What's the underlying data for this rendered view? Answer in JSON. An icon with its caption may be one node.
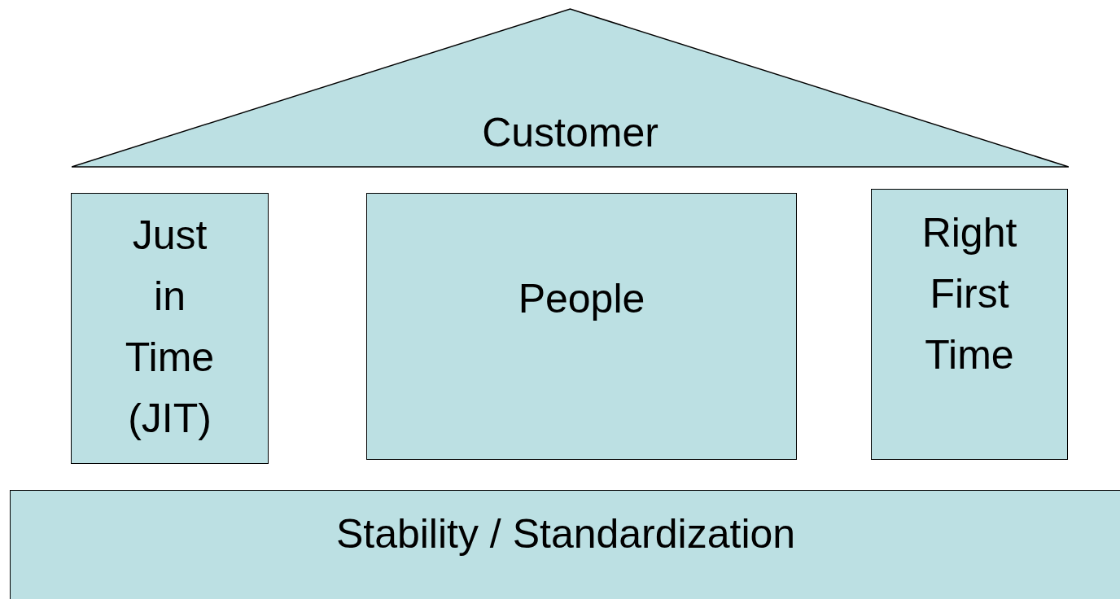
{
  "diagram": {
    "nodes": [
      {
        "text": [
          "Customer"
        ]
      },
      {
        "text": [
          "Just in Time (JIT)"
        ]
      },
      {
        "text": [
          "People"
        ]
      },
      {
        "text": [
          "Right First Time"
        ]
      },
      {
        "text": [
          "Stability / Standardization"
        ]
      }
    ]
  }
}
